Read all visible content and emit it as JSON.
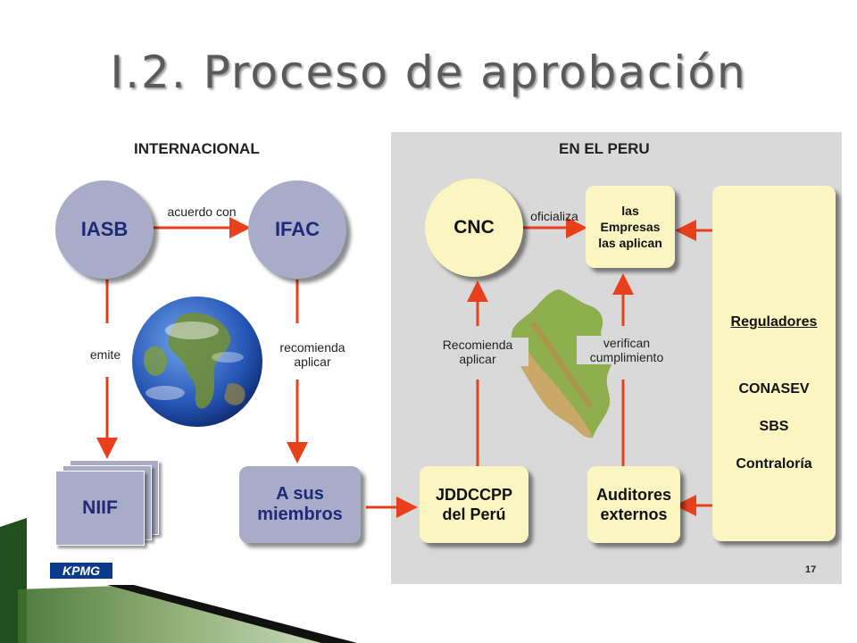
{
  "slide": {
    "title": "I.2. Proceso de aprobación",
    "page_number": "17",
    "logo": "KPMG"
  },
  "panels": {
    "left_title": "INTERNACIONAL",
    "right_title": "EN EL PERU"
  },
  "nodes": {
    "iasb": "IASB",
    "ifac": "IFAC",
    "niif": "NIIF",
    "miembros": "A sus\nmiembros",
    "cnc": "CNC",
    "empresas": "las\nEmpresas\nlas aplican",
    "jddccpp": "JDDCCPP\ndel Perú",
    "auditores": "Auditores\nexternos"
  },
  "edge_labels": {
    "acuerdo": "acuerdo con",
    "emite": "emite",
    "recomienda_aplicar": "recomienda\naplicar",
    "oficializa": "oficializa",
    "recomienda_aplicar_pe": "Recomienda\naplicar",
    "verifican": "verifican\ncumplimiento"
  },
  "reguladores": {
    "heading": "Reguladores",
    "items": [
      "CONASEV",
      "SBS",
      "Contraloría"
    ]
  },
  "colors": {
    "arrow": "#e8401c",
    "blue_node": "#a9acc8",
    "cream_node": "#fbf6c1",
    "panel": "#d9d9d9"
  }
}
